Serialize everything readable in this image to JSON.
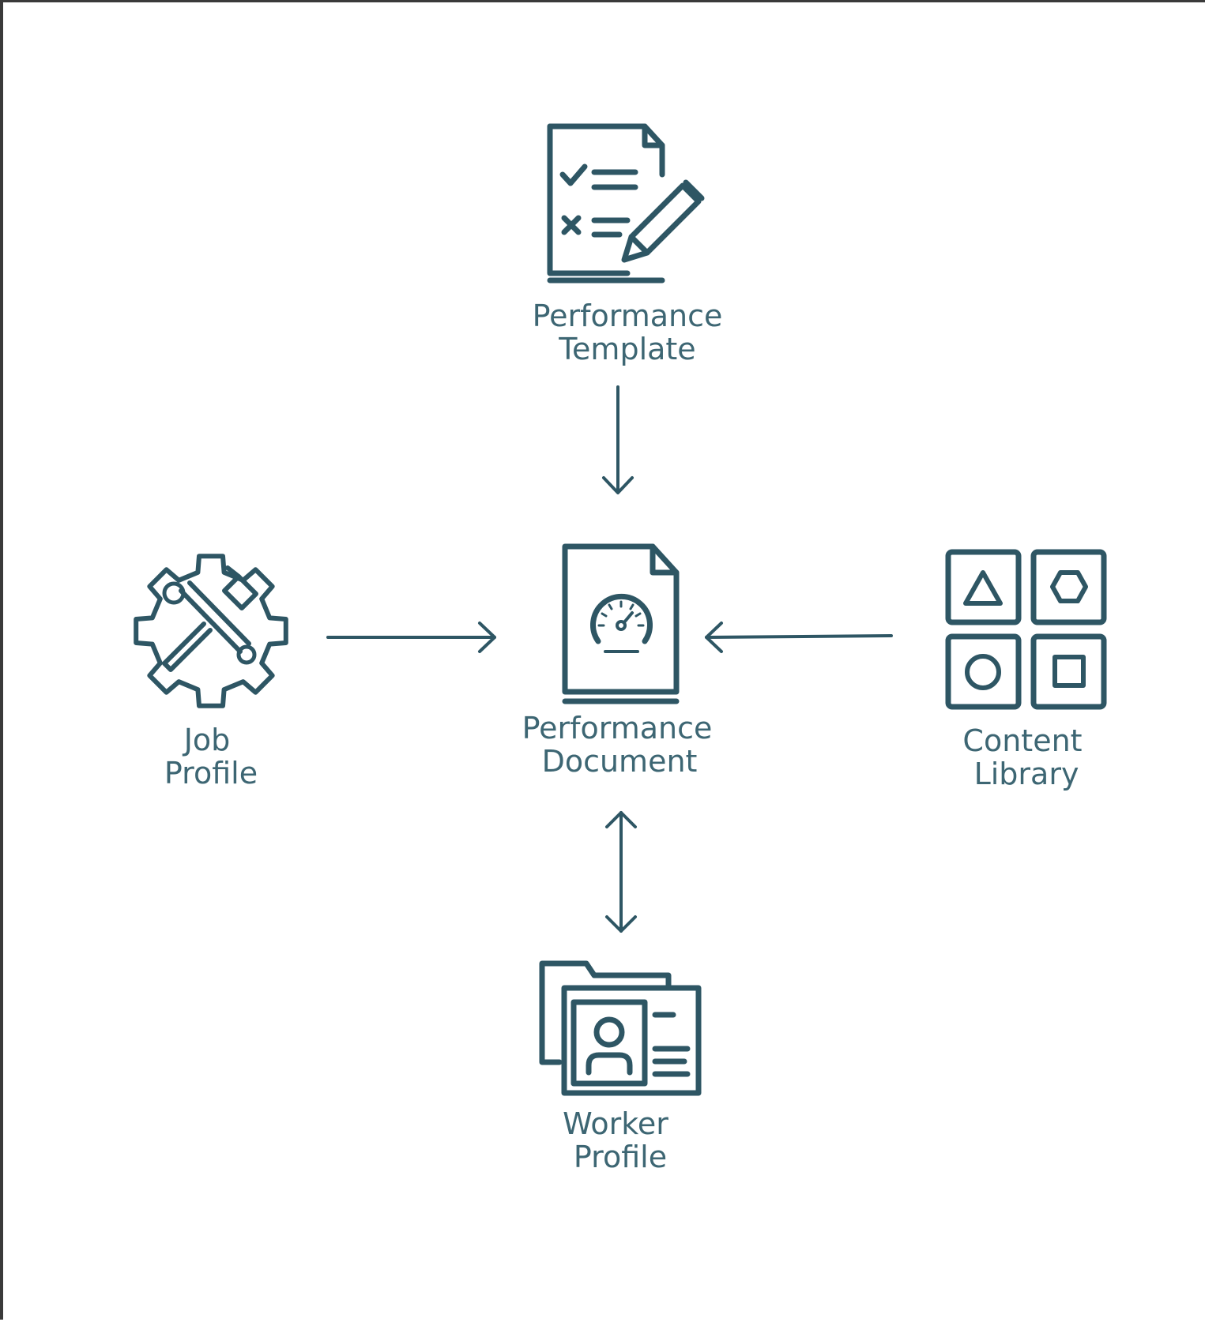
{
  "diagram": {
    "colors": {
      "stroke": "#2e5664",
      "label": "#3d6673",
      "background": "#ffffff",
      "frame": "#3a3a3a"
    },
    "nodes": {
      "template": {
        "line1": "Performance",
        "line2": "Template",
        "icon": "checklist-pencil-icon"
      },
      "document": {
        "line1": "Performance",
        "line2": "Document",
        "icon": "document-gauge-icon"
      },
      "job": {
        "line1": "Job",
        "line2": "Profile",
        "icon": "gear-tools-icon"
      },
      "content": {
        "line1": "Content",
        "line2": "Library",
        "icon": "shapes-grid-icon"
      },
      "worker": {
        "line1": "Worker",
        "line2": "Profile",
        "icon": "folder-id-card-icon"
      }
    }
  }
}
